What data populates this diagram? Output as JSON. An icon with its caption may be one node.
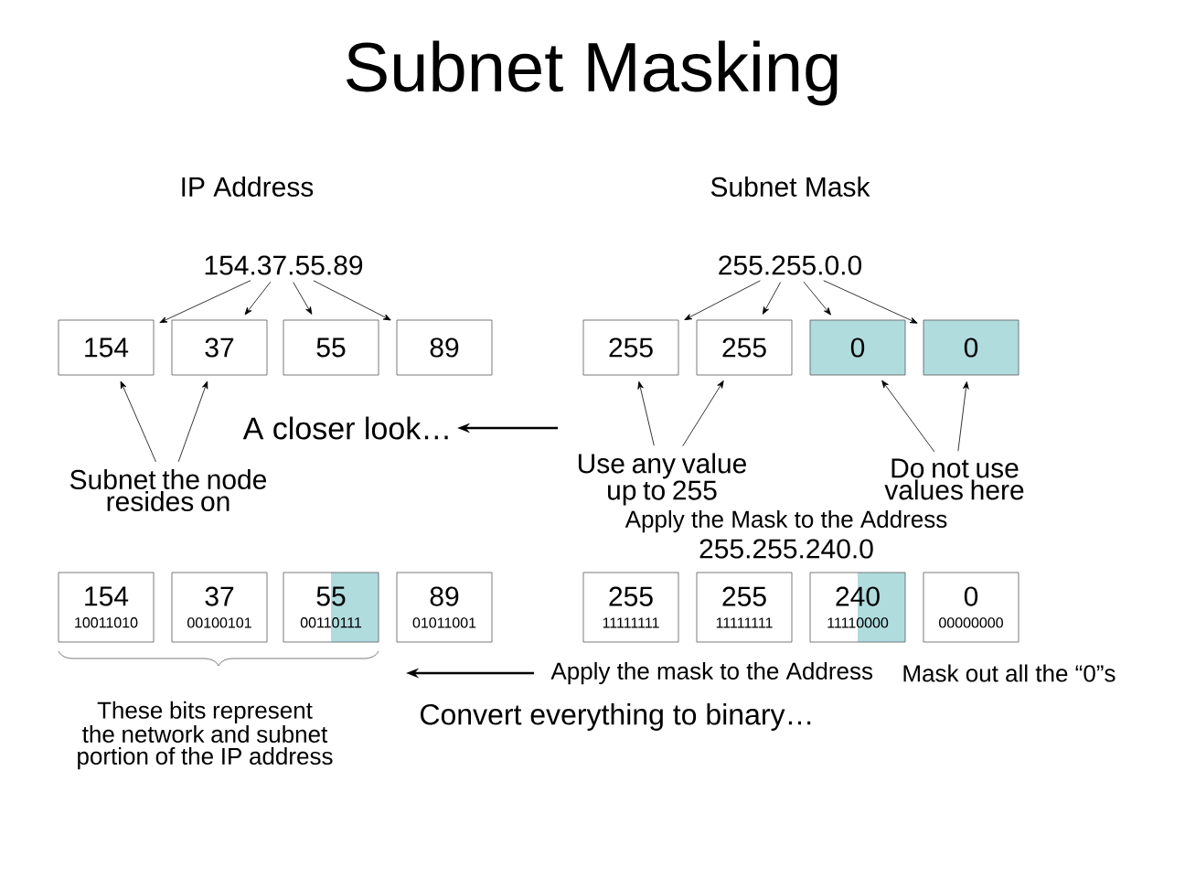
{
  "diagram": {
    "title": "Subnet Masking",
    "nodes": [
      {
        "text": [
          "154.37.55.89"
        ]
      },
      {
        "text": [
          "154"
        ]
      },
      {
        "text": [
          "37"
        ]
      },
      {
        "text": [
          "55"
        ]
      },
      {
        "text": [
          "89"
        ]
      },
      {
        "text": [
          "255.255.0.0"
        ]
      },
      {
        "text": [
          "255"
        ]
      },
      {
        "text": [
          "255"
        ]
      },
      {
        "text": [
          "0"
        ]
      },
      {
        "text": [
          "0"
        ]
      },
      {
        "text": [
          "Subnet the node resides on"
        ]
      },
      {
        "text": [
          "Use any value up to 255"
        ]
      },
      {
        "text": [
          "Do not use values here"
        ]
      },
      {
        "text": [
          "154",
          "10011010"
        ]
      },
      {
        "text": [
          "37",
          "00100101"
        ]
      },
      {
        "text": [
          "55",
          "00110111"
        ]
      },
      {
        "text": [
          "89",
          "01011001"
        ]
      },
      {
        "text": [
          "255",
          "11111111"
        ]
      },
      {
        "text": [
          "255",
          "11111111"
        ]
      },
      {
        "text": [
          "240",
          "11110000"
        ]
      },
      {
        "text": [
          "0",
          "00000000"
        ]
      }
    ],
    "edges": [
      {
        "from": 0,
        "to": 1,
        "arrow": "to"
      },
      {
        "from": 0,
        "to": 2,
        "arrow": "to"
      },
      {
        "from": 0,
        "to": 3,
        "arrow": "to"
      },
      {
        "from": 0,
        "to": 4,
        "arrow": "to"
      },
      {
        "from": 5,
        "to": 6,
        "arrow": "to"
      },
      {
        "from": 5,
        "to": 7,
        "arrow": "to"
      },
      {
        "from": 5,
        "to": 8,
        "arrow": "to"
      },
      {
        "from": 5,
        "to": 9,
        "arrow": "to"
      },
      {
        "from": 10,
        "to": 1,
        "arrow": "to"
      },
      {
        "from": 10,
        "to": 2,
        "arrow": "to"
      },
      {
        "from": 11,
        "to": 6,
        "arrow": "to"
      },
      {
        "from": 11,
        "to": 7,
        "arrow": "to"
      },
      {
        "from": 12,
        "to": 8,
        "arrow": "to"
      },
      {
        "from": 12,
        "to": 9,
        "arrow": "to"
      }
    ],
    "labels": [
      "IP Address",
      "Subnet Mask",
      "A closer look…",
      "Apply the Mask to the Address",
      "255.255.240.0",
      "These bits represent the network and subnet portion of the IP address",
      "Apply the mask to the Address",
      "Mask out all the “0”s",
      "Convert everything to binary…"
    ]
  }
}
